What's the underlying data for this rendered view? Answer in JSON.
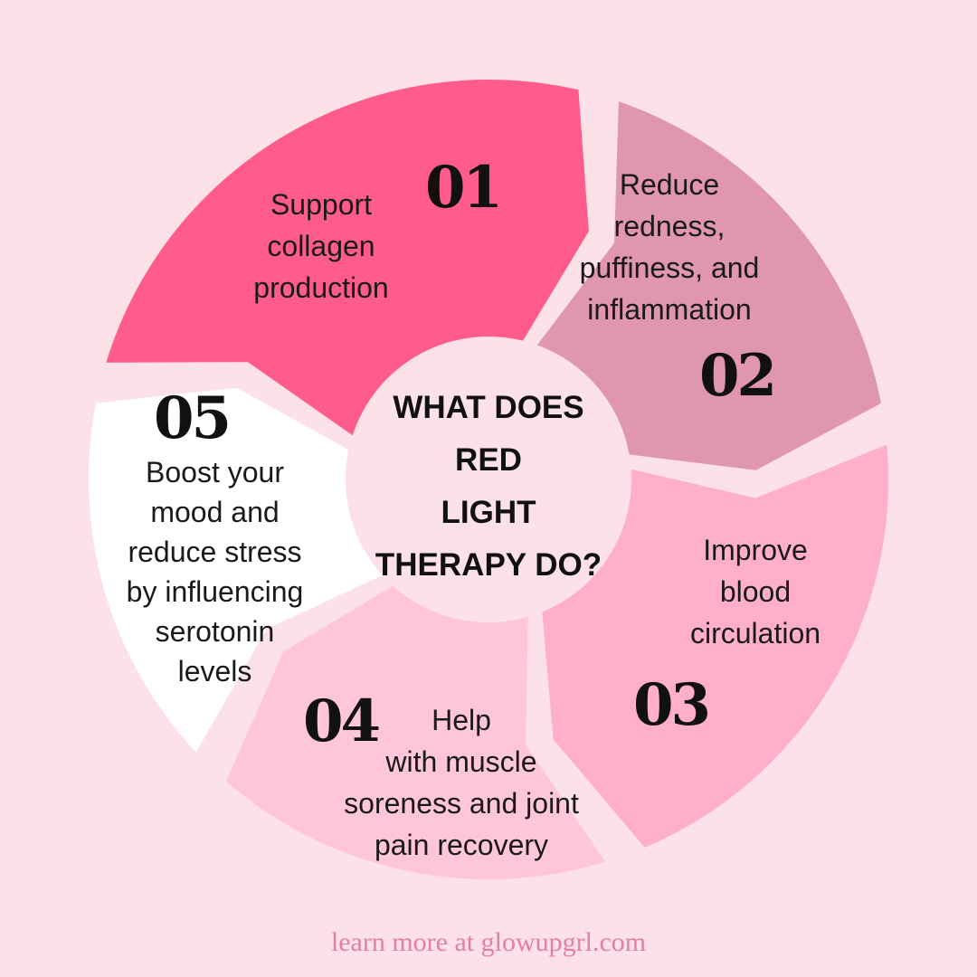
{
  "title_lines": [
    "WHAT DOES",
    "RED",
    "LIGHT",
    "THERAPY DO?"
  ],
  "segments": [
    {
      "number": "01",
      "text": "Support collagen production",
      "lines": [
        "Support",
        "collagen",
        "production"
      ],
      "color": "#ff5b8d"
    },
    {
      "number": "02",
      "text": "Reduce redness, puffiness, and inflammation",
      "lines": [
        "Reduce",
        "redness,",
        "puffiness, and",
        "inflammation"
      ],
      "color": "#e095b0"
    },
    {
      "number": "03",
      "text": "Improve blood circulation",
      "lines": [
        "Improve",
        "blood",
        "circulation"
      ],
      "color": "#ffaecb"
    },
    {
      "number": "04",
      "text": "Help with muscle soreness and joint pain recovery",
      "lines": [
        "Help",
        "with muscle",
        "soreness and joint",
        "pain recovery"
      ],
      "color": "#ffc6d9"
    },
    {
      "number": "05",
      "text": "Boost your mood and reduce stress by influencing serotonin levels",
      "lines": [
        "Boost your",
        "mood and",
        "reduce stress",
        "by influencing",
        "serotonin",
        "levels"
      ],
      "color": "#ffffff"
    }
  ],
  "background_color": "#fde1e8",
  "footer": {
    "text": "learn more at glowupgrl.com",
    "color": "#e57fa2"
  }
}
